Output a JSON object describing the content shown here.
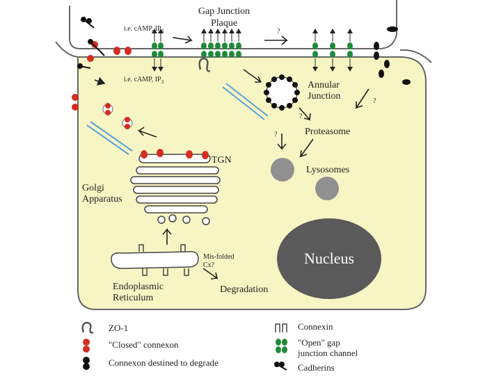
{
  "labels": {
    "plaque_line1": "Gap Junction",
    "plaque_line2": "Plaque",
    "messenger_top": "i.e. cAMP, IP",
    "messenger_top_sub": "3",
    "messenger_bottom": "i.e. cAMP, IP",
    "messenger_bottom_sub": "3",
    "annular_line1": "Annular",
    "annular_line2": "Junction",
    "proteasome": "Proteasome",
    "lysosomes": "Lysosomes",
    "tgn": "TGN",
    "golgi_line1": "Golgi",
    "golgi_line2": "Apparatus",
    "misfolded_line1": "Mis-folded",
    "misfolded_line2": "Cx?",
    "degradation": "Degradation",
    "er_line1": "Endoplasmic",
    "er_line2": "Reticulum",
    "nucleus": "Nucleus",
    "q": "?"
  },
  "legend": {
    "zo1": "ZO-1",
    "closed": "\"Closed\" connexon",
    "degrade": "Connexon destined to degrade",
    "connexin": "Connexin",
    "open_line1": "\"Open\" gap",
    "open_line2": "junction channel",
    "cadherins": "Cadherins"
  },
  "colors": {
    "cytoplasm": "#f8f5c4",
    "membrane": "#666666",
    "closed_connexon": "#d32d22",
    "open_channel": "#1f8a3a",
    "degrade_connexon": "#111111",
    "vesicle": "#909090",
    "nucleus": "#5a5a5a",
    "microtubule": "#5aa0d8"
  }
}
